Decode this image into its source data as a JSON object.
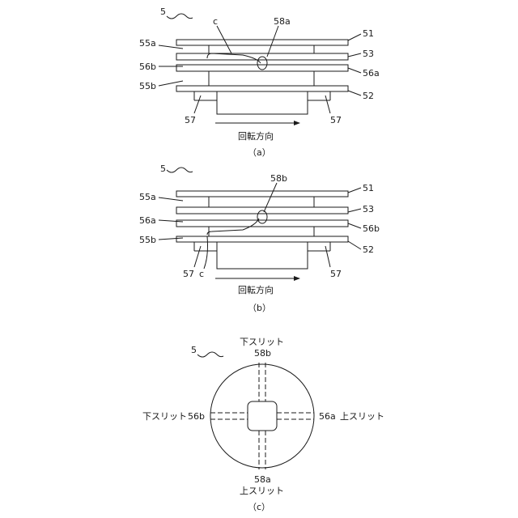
{
  "panel_a": {
    "caption": "（a）",
    "ref_5": "5",
    "ref_c": "c",
    "ref_58a": "58a",
    "ref_51": "51",
    "ref_55a": "55a",
    "ref_53": "53",
    "ref_56b": "56b",
    "ref_56a": "56a",
    "ref_55b": "55b",
    "ref_52": "52",
    "ref_57_left": "57",
    "ref_57_right": "57",
    "rotation_text": "回転方向"
  },
  "panel_b": {
    "caption": "（b）",
    "ref_5": "5",
    "ref_58b": "58b",
    "ref_51": "51",
    "ref_55a": "55a",
    "ref_53": "53",
    "ref_56a": "56a",
    "ref_56b": "56b",
    "ref_55b": "55b",
    "ref_52": "52",
    "ref_57_left": "57",
    "ref_57_right": "57",
    "ref_c": "c",
    "rotation_text": "回転方向"
  },
  "panel_c": {
    "caption": "（c）",
    "ref_5": "5",
    "top_slit_text": "下スリット",
    "top_slit_ref": "58b",
    "left_slit_text": "下スリット",
    "left_slit_ref": "56b",
    "right_slit_ref": "56a",
    "right_slit_text": "上スリット",
    "bottom_slit_ref": "58a",
    "bottom_slit_text": "上スリット"
  }
}
